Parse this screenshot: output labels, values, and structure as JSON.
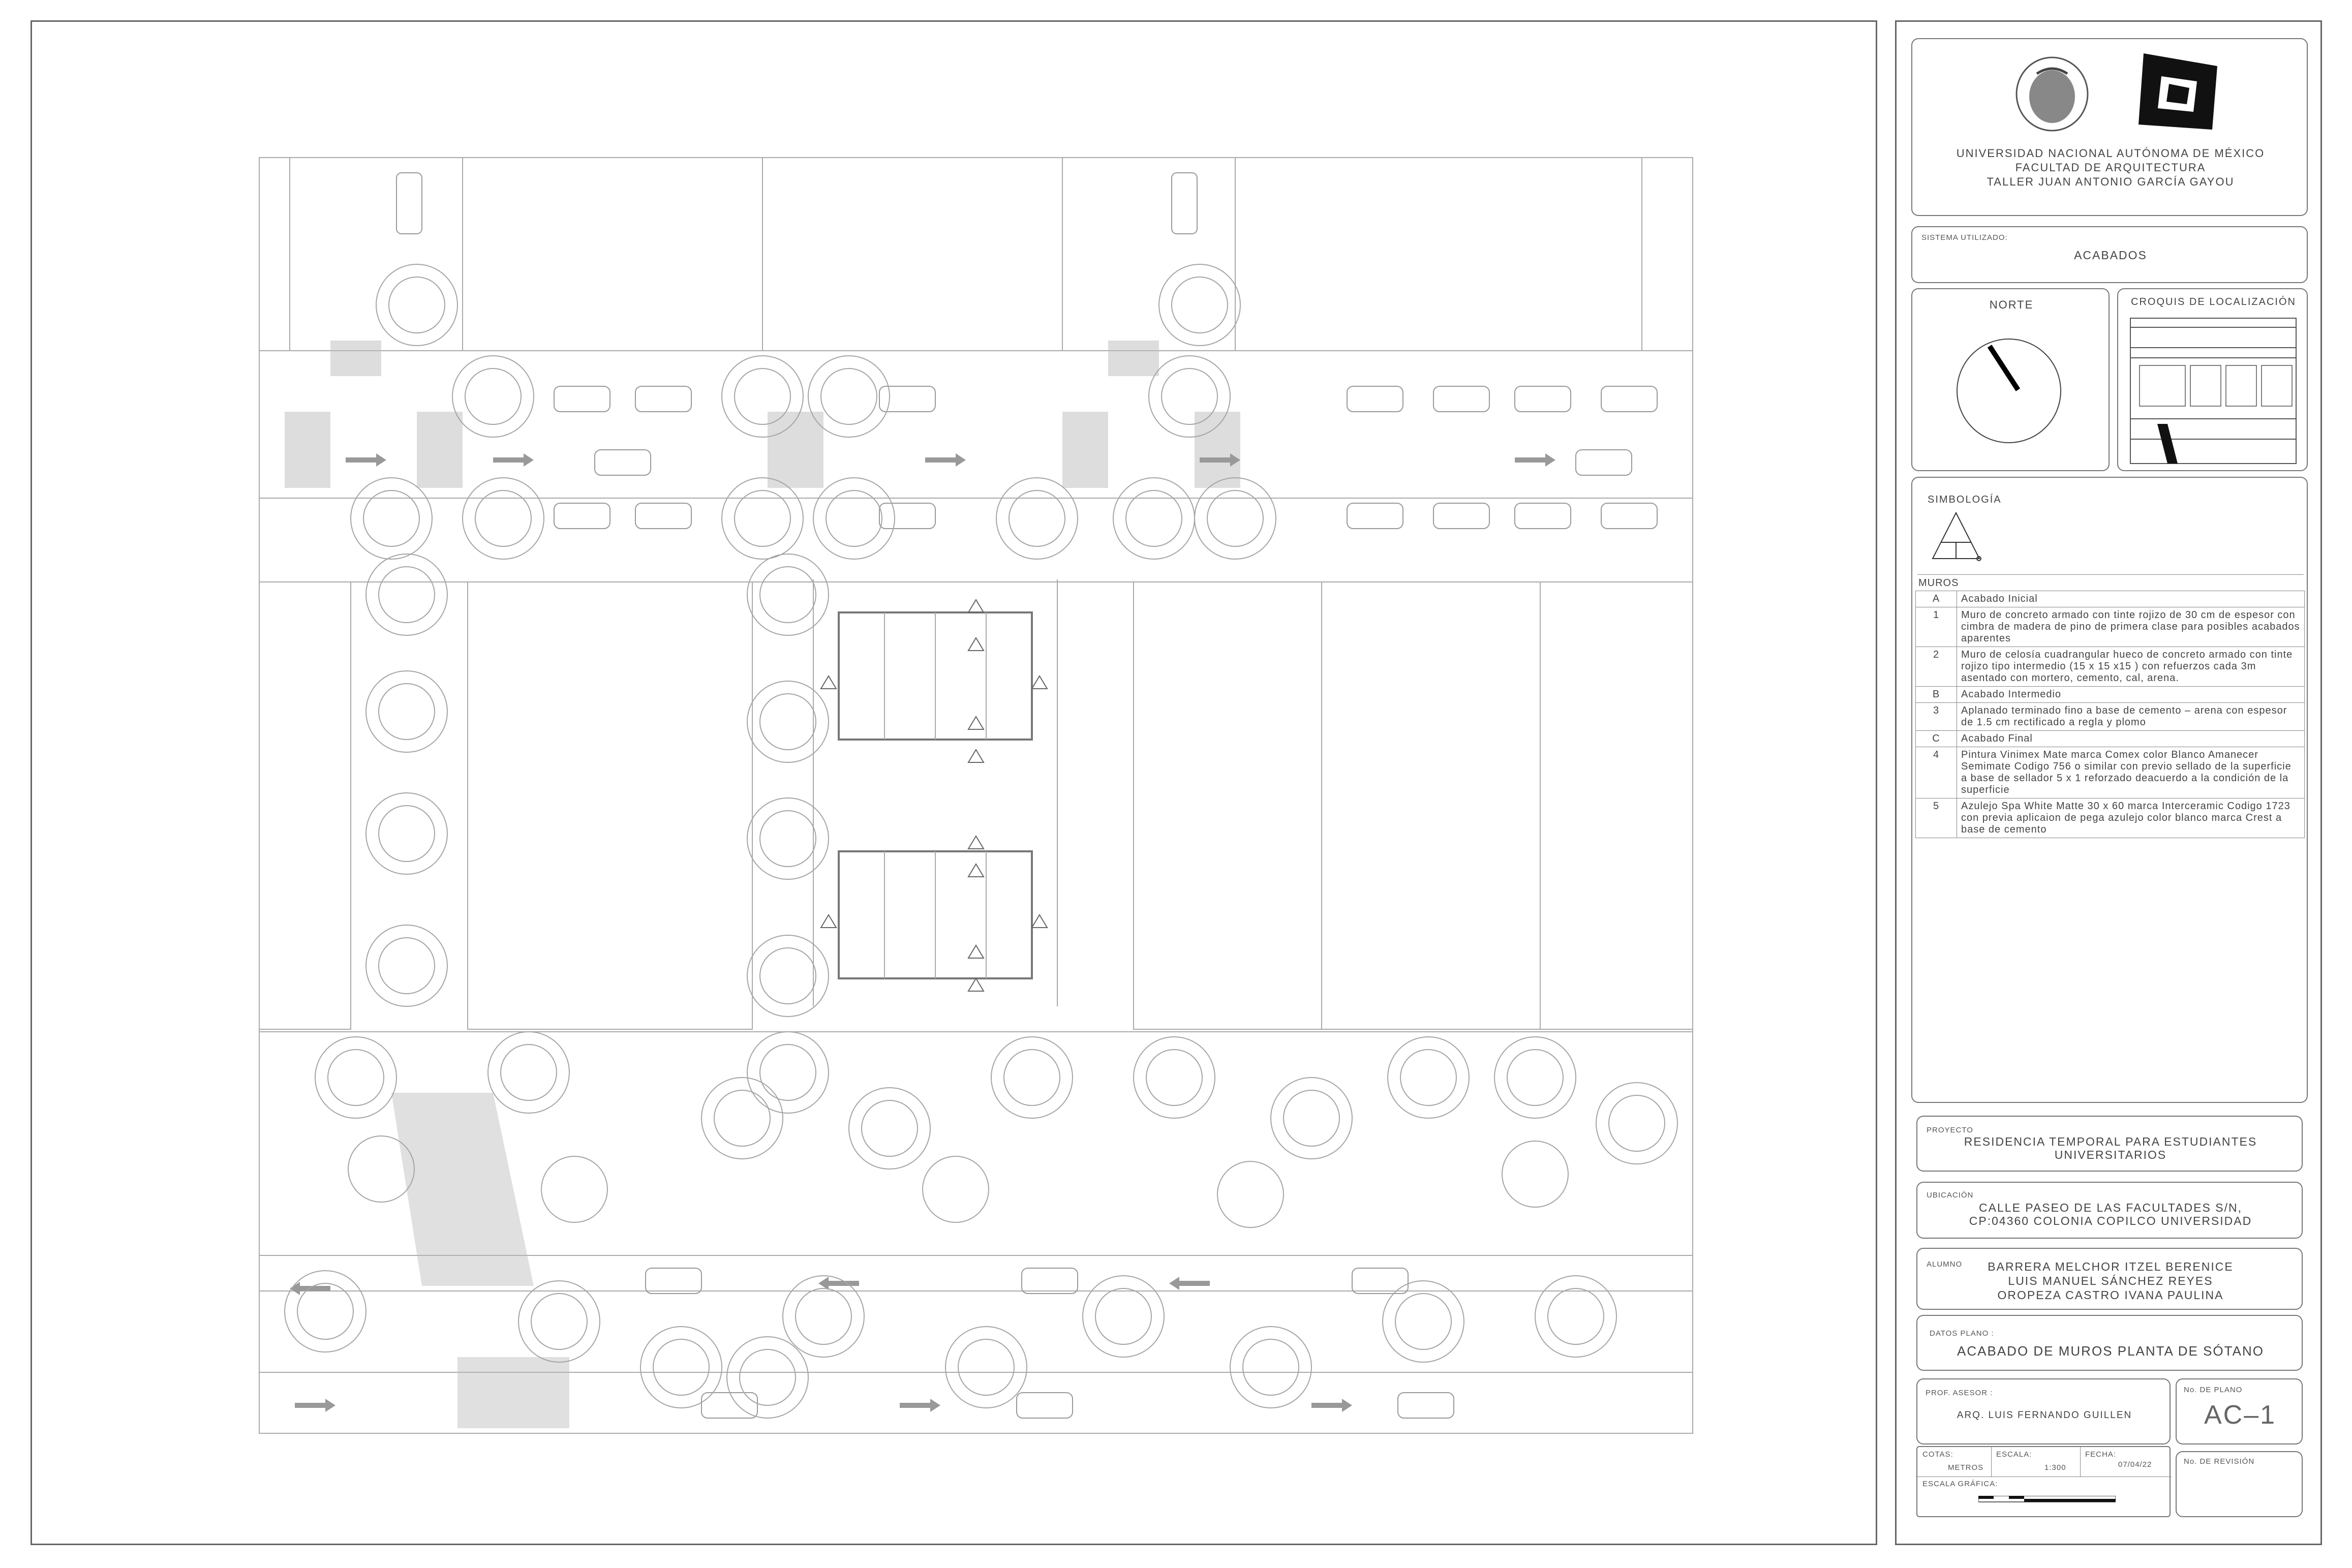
{
  "institution": {
    "line1": "UNIVERSIDAD NACIONAL AUTÓNOMA DE MÉXICO",
    "line2": "FACULTAD DE ARQUITECTURA",
    "line3": "TALLER JUAN ANTONIO GARCÍA GAYOU",
    "seal_icon": "unam-seal-icon",
    "logo_icon": "taller-logo-icon"
  },
  "sistema": {
    "label": "SISTEMA UTILIZADO:",
    "value": "ACABADOS"
  },
  "norte": {
    "label": "NORTE",
    "icon": "north-arrow-icon"
  },
  "croquis": {
    "label": "CROQUIS DE LOCALIZACIÓN"
  },
  "simbologia": {
    "label": "SIMBOLOGÍA",
    "icon": "finish-symbol-icon"
  },
  "muros": {
    "label": "MUROS",
    "rows": [
      {
        "key": "A",
        "text": "Acabado Inicial"
      },
      {
        "key": "1",
        "text": "Muro de concreto armado con tinte rojizo de 30 cm de espesor con cimbra de madera de pino de primera clase para posibles acabados aparentes"
      },
      {
        "key": "2",
        "text": "Muro de celosía cuadrangular hueco de concreto armado con tinte rojizo tipo intermedio (15 x 15 x15 ) con refuerzos cada 3m asentado con mortero, cemento, cal, arena."
      },
      {
        "key": "B",
        "text": "Acabado Intermedio"
      },
      {
        "key": "3",
        "text": "Aplanado terminado fino a base de cemento – arena con espesor de 1.5 cm rectificado a regla y plomo"
      },
      {
        "key": "C",
        "text": "Acabado Final"
      },
      {
        "key": "4",
        "text": "Pintura Vinimex Mate marca Comex color Blanco Amanecer Semimate Codigo 756 o similar con previo sellado de la superficie a base de sellador 5 x 1 reforzado deacuerdo a la condición de la superficie"
      },
      {
        "key": "5",
        "text": "Azulejo Spa White Matte 30 x 60 marca Interceramic Codigo 1723 con previa aplicaion de pega azulejo color blanco marca Crest a base de cemento"
      }
    ]
  },
  "proyecto": {
    "label": "PROYECTO",
    "line1": "RESIDENCIA TEMPORAL PARA ESTUDIANTES",
    "line2": "UNIVERSITARIOS"
  },
  "ubicacion": {
    "label": "UBICACIÓN",
    "line1": "CALLE PASEO DE LAS FACULTADES S/N,",
    "line2": "CP:04360 COLONIA COPILCO UNIVERSIDAD"
  },
  "alumno": {
    "label": "ALUMNO",
    "line1": "BARRERA MELCHOR ITZEL BERENICE",
    "line2": "LUIS MANUEL SÁNCHEZ REYES",
    "line3": "OROPEZA CASTRO IVANA PAULINA"
  },
  "datos_plano": {
    "label": "DATOS PLANO :",
    "value": "ACABADO DE MUROS PLANTA DE SÓTANO"
  },
  "asesor": {
    "label": "PROF. ASESOR :",
    "value": "ARQ. LUIS FERNANDO GUILLEN"
  },
  "no_plano": {
    "label": "No. DE PLANO",
    "value": "AC–1"
  },
  "cotas": {
    "label": "COTAS:",
    "value": "METROS"
  },
  "escala": {
    "label": "ESCALA:",
    "value": "1:300"
  },
  "fecha": {
    "label": "FECHA:",
    "value": "07/04/22"
  },
  "revision": {
    "label": "No. DE REVISIÓN"
  },
  "escala_grafica": {
    "label": "ESCALA GRÁFICA:"
  },
  "colors": {
    "line": "#777777",
    "tree": "#9a9a9a",
    "border": "#666666"
  }
}
